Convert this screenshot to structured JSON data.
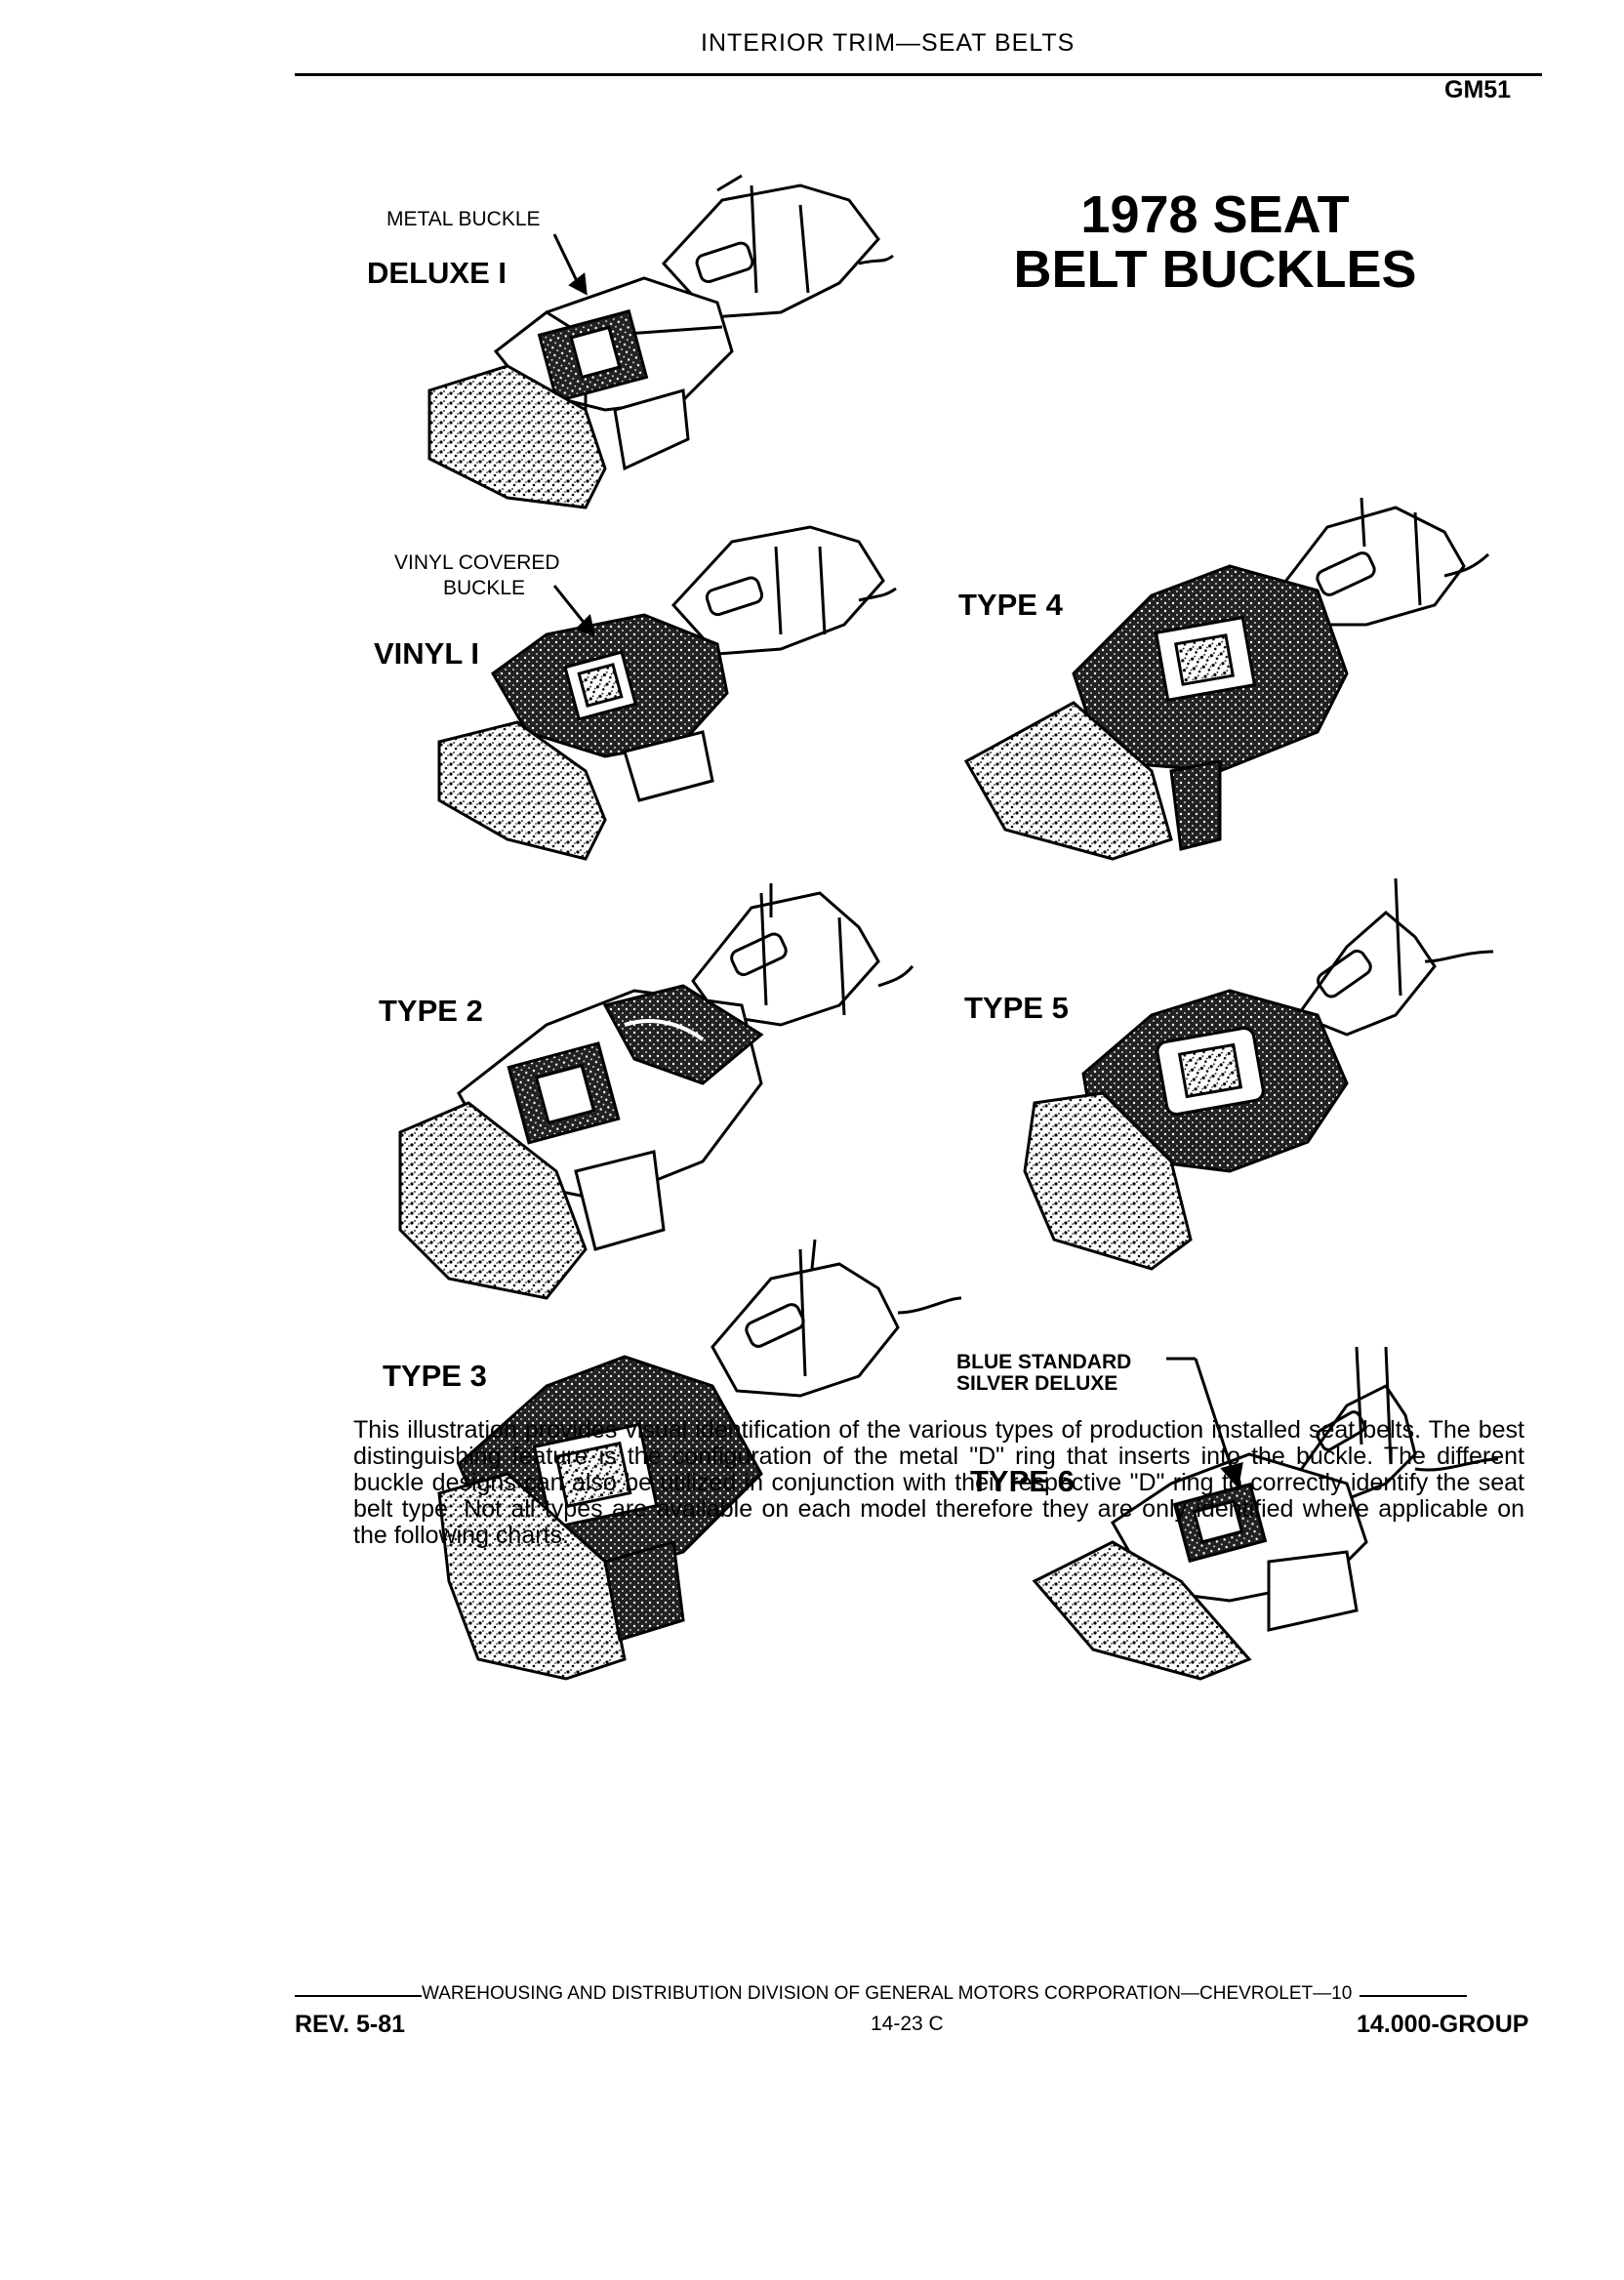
{
  "header": {
    "title": "INTERIOR TRIM—SEAT BELTS",
    "code": "GM51"
  },
  "title": {
    "line1": "1978 SEAT",
    "line2": "BELT BUCKLES"
  },
  "labels": {
    "deluxe_caption": "METAL BUCKLE",
    "deluxe_name": "DELUXE I",
    "vinyl_caption_line1": "VINYL COVERED",
    "vinyl_caption_line2": "BUCKLE",
    "vinyl_name": "VINYL I",
    "type4": "TYPE 4",
    "type2": "TYPE 2",
    "type5": "TYPE 5",
    "type3": "TYPE 3",
    "type6": "TYPE 6",
    "type6_caption_line1": "BLUE STANDARD",
    "type6_caption_line2": "SILVER DELUXE"
  },
  "description": "This illustration provides visual identification of the various types of production installed seat belts. The best distinguishing feature is the configuration of the metal \"D\" ring that inserts into the buckle. The different buckle designs can also be utilized in conjunction with their respective \"D\" ring to correctly identify the seat belt type. Not all types are available on each model therefore they are only identified where applicable on the following charts.",
  "footer": {
    "line": "WAREHOUSING AND DISTRIBUTION DIVISION OF GENERAL MOTORS CORPORATION—CHEVROLET—10",
    "rev": "REV. 5-81",
    "page": "14-23 C",
    "group": "14.000-GROUP"
  }
}
